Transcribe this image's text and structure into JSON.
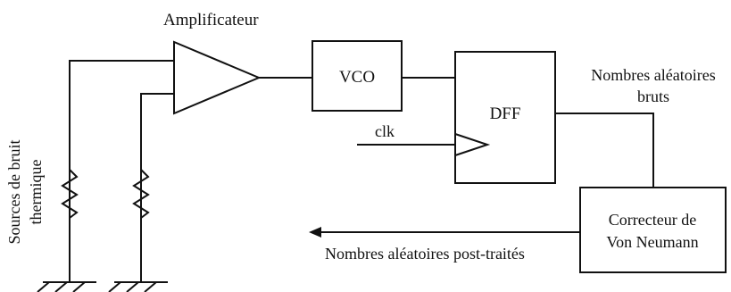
{
  "diagram": {
    "amplifier_label": "Amplificateur",
    "vco_label": "VCO",
    "dff_label": "DFF",
    "clk_label": "clk",
    "raw_numbers_label_line1": "Nombres aléatoires",
    "raw_numbers_label_line2": "bruts",
    "corrector_label_line1": "Correcteur de",
    "corrector_label_line2": "Von Neumann",
    "post_processed_label": "Nombres aléatoires post-traités",
    "noise_sources_label_line1": "Sources de bruit",
    "noise_sources_label_line2": "thermique"
  }
}
